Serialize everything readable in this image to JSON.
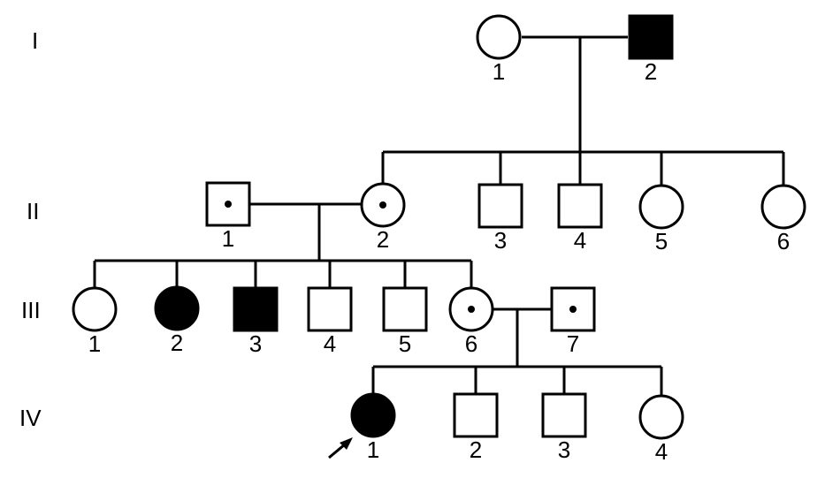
{
  "generations": [
    {
      "label": "I",
      "individuals": [
        {
          "id": "I-1",
          "number": "1",
          "sex": "female",
          "status": "unaffected"
        },
        {
          "id": "I-2",
          "number": "2",
          "sex": "male",
          "status": "affected"
        }
      ]
    },
    {
      "label": "II",
      "individuals": [
        {
          "id": "II-1",
          "number": "1",
          "sex": "male",
          "status": "carrier"
        },
        {
          "id": "II-2",
          "number": "2",
          "sex": "female",
          "status": "carrier"
        },
        {
          "id": "II-3",
          "number": "3",
          "sex": "male",
          "status": "unaffected"
        },
        {
          "id": "II-4",
          "number": "4",
          "sex": "male",
          "status": "unaffected"
        },
        {
          "id": "II-5",
          "number": "5",
          "sex": "female",
          "status": "unaffected"
        },
        {
          "id": "II-6",
          "number": "6",
          "sex": "female",
          "status": "unaffected"
        }
      ]
    },
    {
      "label": "III",
      "individuals": [
        {
          "id": "III-1",
          "number": "1",
          "sex": "female",
          "status": "unaffected"
        },
        {
          "id": "III-2",
          "number": "2",
          "sex": "female",
          "status": "affected"
        },
        {
          "id": "III-3",
          "number": "3",
          "sex": "male",
          "status": "affected"
        },
        {
          "id": "III-4",
          "number": "4",
          "sex": "male",
          "status": "unaffected"
        },
        {
          "id": "III-5",
          "number": "5",
          "sex": "male",
          "status": "unaffected"
        },
        {
          "id": "III-6",
          "number": "6",
          "sex": "female",
          "status": "carrier"
        },
        {
          "id": "III-7",
          "number": "7",
          "sex": "male",
          "status": "carrier"
        }
      ]
    },
    {
      "label": "IV",
      "individuals": [
        {
          "id": "IV-1",
          "number": "1",
          "sex": "female",
          "status": "affected",
          "proband": true
        },
        {
          "id": "IV-2",
          "number": "2",
          "sex": "male",
          "status": "unaffected"
        },
        {
          "id": "IV-3",
          "number": "3",
          "sex": "male",
          "status": "unaffected"
        },
        {
          "id": "IV-4",
          "number": "4",
          "sex": "female",
          "status": "unaffected"
        }
      ]
    }
  ],
  "matings": [
    {
      "partners": [
        "I-1",
        "I-2"
      ],
      "children": [
        "II-2",
        "II-3",
        "II-4",
        "II-5",
        "II-6"
      ]
    },
    {
      "partners": [
        "II-1",
        "II-2"
      ],
      "children": [
        "III-1",
        "III-2",
        "III-3",
        "III-4",
        "III-5",
        "III-6"
      ]
    },
    {
      "partners": [
        "III-6",
        "III-7"
      ],
      "children": [
        "IV-1",
        "IV-2",
        "IV-3",
        "IV-4"
      ]
    }
  ],
  "colors": {
    "stroke": "#000000",
    "affected_fill": "#000000",
    "unaffected_fill": "#ffffff",
    "background": "#ffffff"
  }
}
